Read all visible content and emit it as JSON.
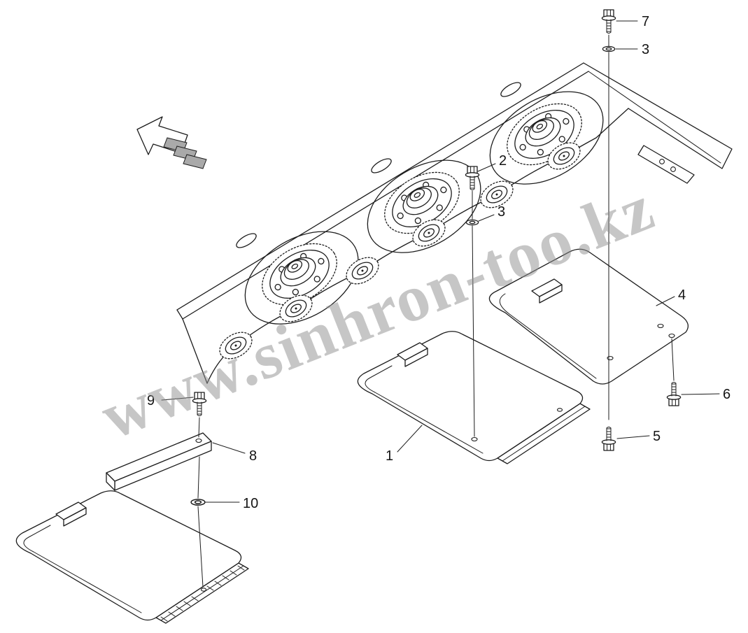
{
  "page": {
    "background": "#ffffff",
    "kind": "exploded-parts-diagram"
  },
  "watermark": {
    "text": "www.sinhron-too.kz",
    "color": "#8f8f8f",
    "opacity": 0.5,
    "rotation_deg": -21.5
  },
  "diagram": {
    "stroke_color": "#1c1c1c",
    "stripe_fill": "#a9a9a9",
    "glyphs": {
      "arrow": "direction-arrow-icon",
      "bolt": "hex-flange-bolt-icon",
      "washer": "washer-icon",
      "disc": "cutter-disc-hub-icon",
      "plate": "skid-plate-icon",
      "bar": "mounting-bar-icon"
    },
    "callouts": {
      "n1": {
        "label": "1",
        "points_to": "skid-plate-center"
      },
      "n2": {
        "label": "2",
        "points_to": "hex-flange-bolt"
      },
      "n3a": {
        "label": "3",
        "points_to": "washer"
      },
      "n3b": {
        "label": "3",
        "points_to": "washer"
      },
      "n4": {
        "label": "4",
        "points_to": "skid-plate-right"
      },
      "n5": {
        "label": "5",
        "points_to": "hex-flange-bolt"
      },
      "n6": {
        "label": "6",
        "points_to": "hex-flange-bolt"
      },
      "n7": {
        "label": "7",
        "points_to": "hex-flange-bolt"
      },
      "n8": {
        "label": "8",
        "points_to": "mounting-bar"
      },
      "n9": {
        "label": "9",
        "points_to": "hex-flange-bolt"
      },
      "n10": {
        "label": "10",
        "points_to": "washer"
      }
    }
  }
}
